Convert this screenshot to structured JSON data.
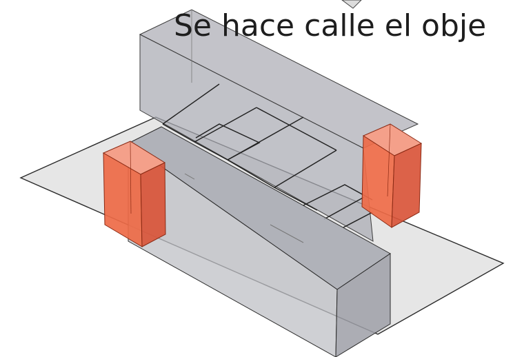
{
  "caption": "Se hace calle el obje",
  "colors": {
    "background": "#ffffff",
    "ground_plane": "#e6e6e6",
    "block_gray": "#a9abb3",
    "block_stroke": "#2b2b2b",
    "accent_towers": "#ef6845",
    "caption_text": "#1e1e1e"
  },
  "elements": [
    "ground-plane",
    "back-long-block",
    "front-long-block",
    "left-red-tower",
    "right-red-tower",
    "interior-grid-lines"
  ]
}
